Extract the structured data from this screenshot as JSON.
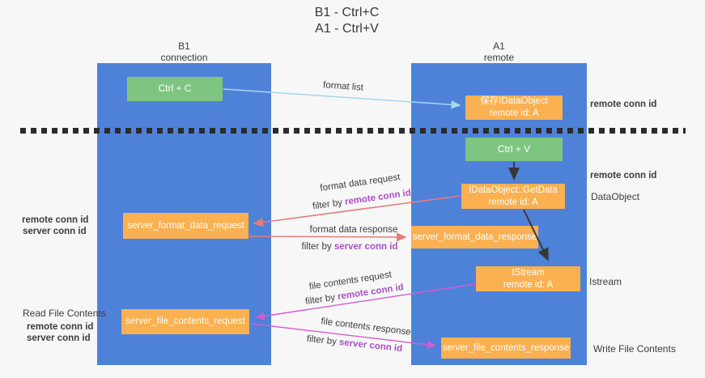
{
  "title": {
    "line1": "B1 - Ctrl+C",
    "line2": "A1 - Ctrl+V"
  },
  "lifelines": {
    "left": {
      "name": "B1",
      "sub": "connection"
    },
    "right": {
      "name": "A1",
      "sub": "remote"
    }
  },
  "boxes": {
    "ctrl_c": {
      "label": "Ctrl + C"
    },
    "save_dataobject": {
      "line1": "保存IDataObject",
      "line2": "remote id: A"
    },
    "ctrl_v": {
      "label": "Ctrl + V"
    },
    "getdata": {
      "line1": "IDataObject::GetData",
      "line2": "remote id: A"
    },
    "format_request": {
      "label": "server_format_data_request"
    },
    "format_response": {
      "label": "server_format_data_response"
    },
    "istream": {
      "line1": "IStream",
      "line2": "remote id: A"
    },
    "file_request": {
      "label": "server_file_contents_request"
    },
    "file_response": {
      "label": "server_file_contents_response"
    }
  },
  "arrows": {
    "format_list": {
      "label": "format list"
    },
    "format_data_request": {
      "label": "format data request",
      "filter_prefix": "filter by ",
      "filter_key": "remote conn id"
    },
    "format_data_response": {
      "label": "format data response",
      "filter_prefix": "filter by ",
      "filter_key": "server conn id"
    },
    "file_contents_request": {
      "label": "file contents request",
      "filter_prefix": "filter by ",
      "filter_key": "remote conn id"
    },
    "file_contents_response": {
      "label": "file contents response",
      "filter_prefix": "filter by ",
      "filter_key": "server conn id"
    }
  },
  "annotations": {
    "right_top_remote_conn_id": "remote conn id",
    "right_mid_remote_conn_id": "remote conn id",
    "dataobject": "DataObject",
    "istream": "Istream",
    "write_file_contents": "Write File Contents",
    "left_remote_conn_id": "remote conn id",
    "left_server_conn_id": "server conn id",
    "read_file_contents": "Read File Contents",
    "left2_remote_conn_id": "remote conn id",
    "left2_server_conn_id": "server conn id"
  },
  "colors": {
    "lifeline_blue": "#4e82d9",
    "box_green": "#7ec581",
    "box_orange": "#fbb051",
    "arrow_light_blue": "#a9d5f2",
    "arrow_salmon": "#e87a7a",
    "arrow_magenta": "#d55bd0",
    "arrow_black": "#383838",
    "text_purple": "#ab4fc7",
    "text_green": "#53b156"
  }
}
